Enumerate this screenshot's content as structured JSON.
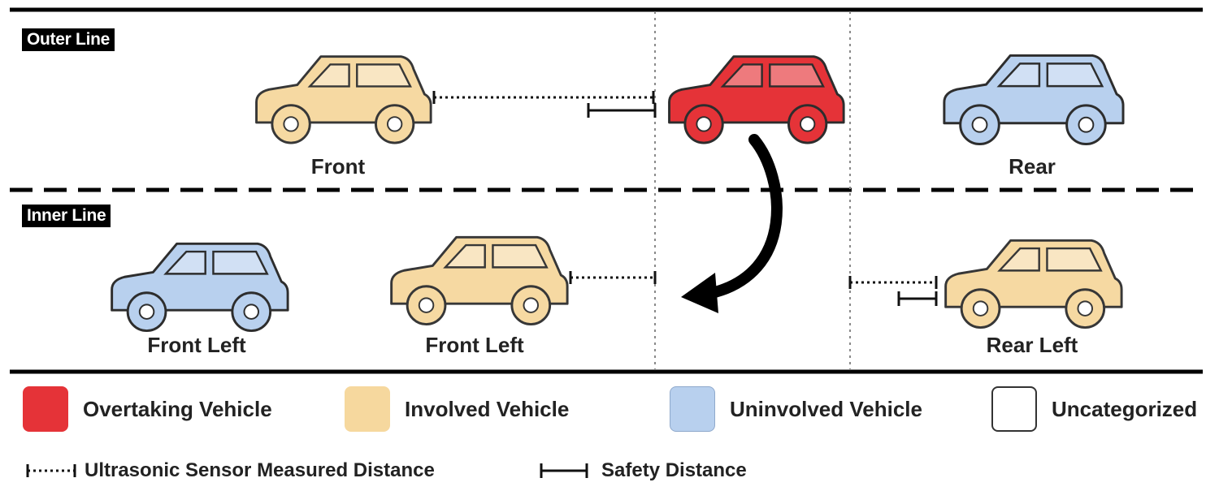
{
  "lanes": {
    "outer": "Outer Line",
    "inner": "Inner Line"
  },
  "vehicles": {
    "front": "Front",
    "rear": "Rear",
    "front_left_1": "Front Left",
    "front_left_2": "Front Left",
    "rear_left": "Rear Left"
  },
  "legend": {
    "overtaking": "Overtaking Vehicle",
    "involved": "Involved Vehicle",
    "uninvolved": "Uninvolved Vehicle",
    "uncategorized": "Uncategorized",
    "ultrasonic": "Ultrasonic Sensor Measured Distance",
    "safety": "Safety Distance"
  },
  "colors": {
    "overtaking": "#e53338",
    "involved": "#f6d89e",
    "uninvolved": "#b8d0ee",
    "uncategorized": "#ffffff"
  },
  "icons": {
    "car": "car-icon",
    "maneuver": "lane-change-arrow-icon"
  }
}
